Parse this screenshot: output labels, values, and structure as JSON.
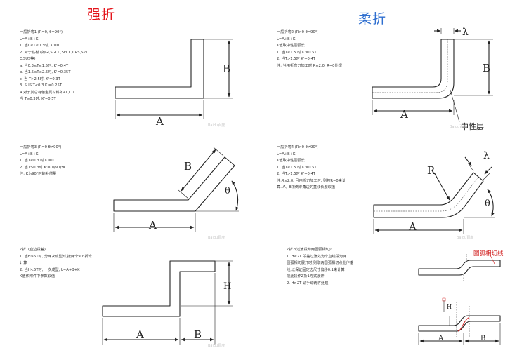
{
  "headers": {
    "hard_bend": "强折",
    "soft_bend": "柔折"
  },
  "panels": [
    {
      "id": "p1",
      "lines": [
        "一般折弯1 (R=0, θ=90°)",
        "L=A+B+K",
        "1. 当0≤T≤0.3时, K'=0",
        "2. 对于铁材 (如GI,SGCC,SECC,CRS,SPT",
        "E,SUS等)",
        "a. 当0.3≤T≤1.5时, K'=0.4T",
        "b. 当1.5≤T≤2.5时, K'=0.35T",
        "c. 当 T>2.5时, K'=0.3T",
        "3. SUS  T<0.3  K'=0.25T",
        "4.对于其它有色金属材料如AL,CU",
        "当 T≥0.3时, K'=0.5T"
      ]
    },
    {
      "id": "p2",
      "lines": [
        "一般折弯2 (R≠0  θ=90°)",
        "L=A+B+K",
        "K值取中性层弧长",
        "1. 当T≤1.5 时  K'=0.5T",
        "2. 当T>1.5时  K'=0.4T",
        "注: 当用折弯刀加工时 R≤2.0, R=0处理"
      ]
    },
    {
      "id": "p3",
      "lines": [
        "一般折弯3 (R=0 θ≠90°)",
        "L=A+B+K'",
        "1. 当T≤0.3 时  K'=0",
        "2. 当T>0.3时  K'=(u/90)*K",
        "注: K为90°时的补偿量"
      ]
    },
    {
      "id": "p4",
      "lines": [
        "一般折弯4 (R≠0 θ≠90°)",
        "L=A+B+K'",
        "K值取中性层弧长",
        "1. 当T≤1.5 时  K'=0.5T",
        "2. 当T>1.5时  K'=0.4T",
        "注:R≤2.0, 且用折刀加工时, 则按R=0来计",
        "算. A、B依倒零角边的直线长度取值"
      ]
    },
    {
      "id": "p5",
      "lines": [
        "Z折1(直边段差)",
        "1. 当H≥5T时, 分两次成型时,按两个90°折弯",
        "计算",
        "2. 当H<5T时, 一次成型, L=A+B+K",
        "K值依附件中参数取值"
      ]
    },
    {
      "id": "p6",
      "lines": [
        "Z折2(过渡段为两圆弧相切):",
        "1.    H≤2T 段差过渡处为非直线段为两",
        "圆弧相切展开时,则取两圆弧相切点处作垂",
        "线,以保证固定边尺寸偏移0.1来计算",
        "把此段作Z折1方式展开",
        "2.      H>2T 请手动两竹处理"
      ]
    }
  ],
  "diagram_labels": {
    "a": "A",
    "b": "B",
    "h": "H",
    "r": "R",
    "theta": "θ",
    "lambda": "λ",
    "neutral_layer": "中性层",
    "tangent_line": "圆弧相切线"
  },
  "watermark": "Baidu百度"
}
